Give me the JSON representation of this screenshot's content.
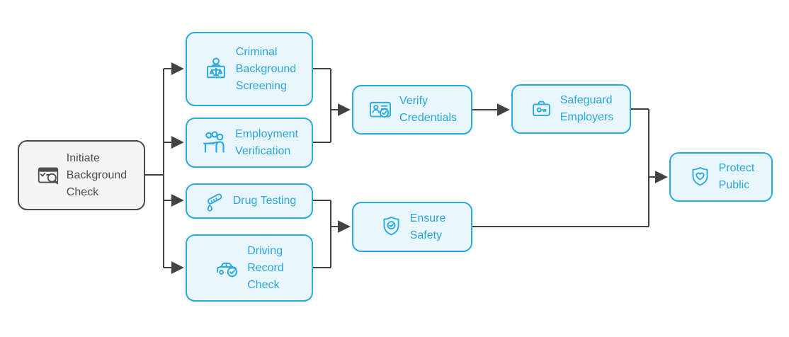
{
  "diagram": {
    "type": "flowchart",
    "direction": "left-to-right"
  },
  "colors": {
    "accent": "#29abe2",
    "accent_text": "#2aa7de",
    "accent_fill": "#e9f6fd",
    "neutral_border": "#4a4a4a",
    "neutral_fill": "#f5f5f5",
    "neutral_text": "#4d4d4d",
    "edge": "#424242",
    "background": "#ffffff"
  },
  "nodes": {
    "initiate": {
      "label": "Initiate\nBackground\nCheck",
      "icon": "window-search-check-icon"
    },
    "criminal": {
      "label": "Criminal\nBackground\nScreening",
      "icon": "person-scales-icon"
    },
    "employment": {
      "label": "Employment\nVerification",
      "icon": "interview-desk-icon"
    },
    "drug": {
      "label": "Drug Testing",
      "icon": "test-tube-drop-icon"
    },
    "driving": {
      "label": "Driving\nRecord\nCheck",
      "icon": "car-check-icon"
    },
    "verify": {
      "label": "Verify\nCredentials",
      "icon": "id-card-check-icon"
    },
    "safeguard": {
      "label": "Safeguard\nEmployers",
      "icon": "briefcase-key-icon"
    },
    "ensure": {
      "label": "Ensure\nSafety",
      "icon": "shield-check-icon"
    },
    "protect": {
      "label": "Protect\nPublic",
      "icon": "shield-heart-icon"
    }
  },
  "edges": [
    {
      "from": "initiate",
      "to": "criminal"
    },
    {
      "from": "initiate",
      "to": "employment"
    },
    {
      "from": "initiate",
      "to": "drug"
    },
    {
      "from": "initiate",
      "to": "driving"
    },
    {
      "from": "criminal",
      "to": "verify"
    },
    {
      "from": "employment",
      "to": "verify"
    },
    {
      "from": "drug",
      "to": "ensure"
    },
    {
      "from": "driving",
      "to": "ensure"
    },
    {
      "from": "verify",
      "to": "safeguard"
    },
    {
      "from": "safeguard",
      "to": "protect"
    },
    {
      "from": "ensure",
      "to": "protect"
    }
  ]
}
